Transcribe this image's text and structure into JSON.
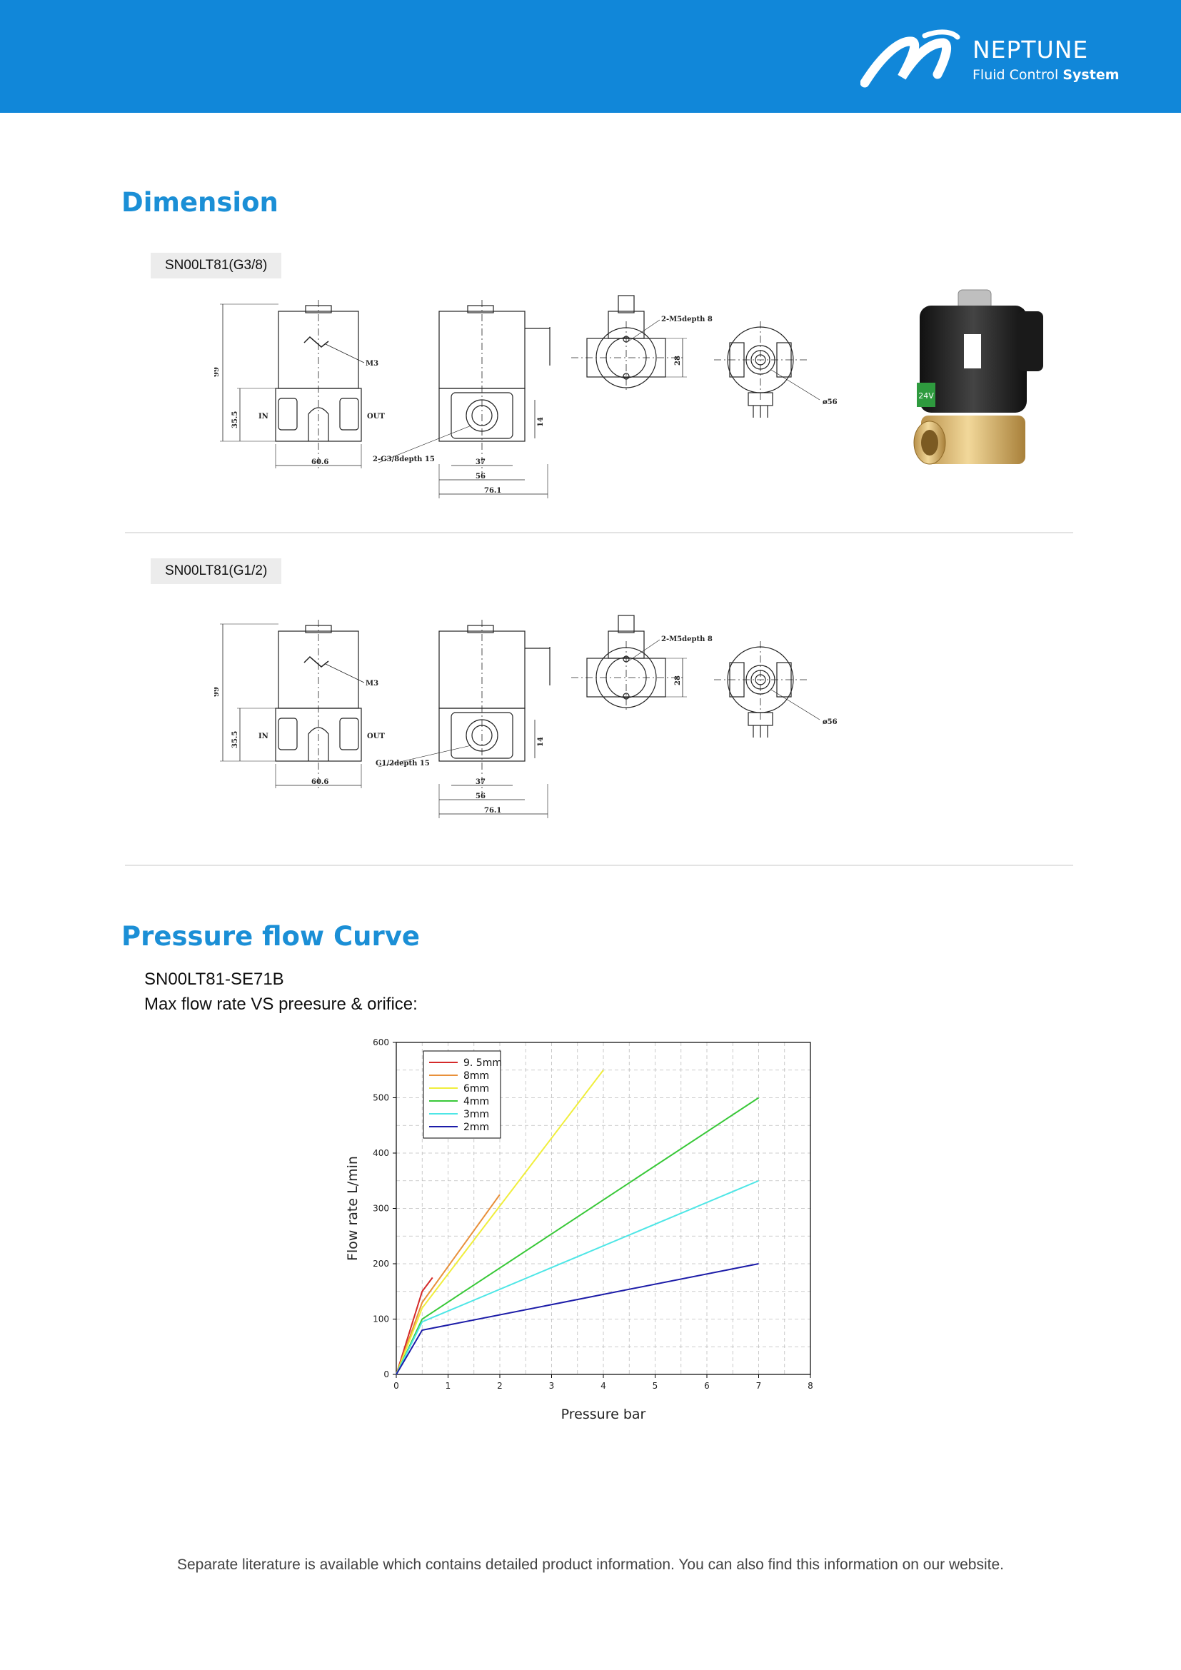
{
  "header": {
    "brand_name": "NEPTUNE",
    "brand_tagline_light": "Fluid Control",
    "brand_tagline_bold": "System",
    "brand_color": "#1187d9"
  },
  "dimension": {
    "title": "Dimension",
    "models": [
      {
        "label": "SN00LT81(G3/8)",
        "dims": {
          "height": "99",
          "base_height": "35.5",
          "width": "60.6",
          "m3": "M3",
          "in": "IN",
          "out": "OUT",
          "thread": "2-G3/8depth 15",
          "w37": "37",
          "w56": "56",
          "w76": "76.1",
          "h14": "14",
          "m5": "2-M5depth 8",
          "h28": "28",
          "dia": "ø56"
        }
      },
      {
        "label": "SN00LT81(G1/2)",
        "dims": {
          "height": "99",
          "base_height": "35.5",
          "width": "60.6",
          "m3": "M3",
          "in": "IN",
          "out": "OUT",
          "thread": "G1/2depth 15",
          "w37": "37",
          "w56": "56",
          "w76": "76.1",
          "h14": "14",
          "m5": "2-M5depth 8",
          "h28": "28",
          "dia": "ø56"
        }
      }
    ],
    "photo_label": "24V"
  },
  "pressure_flow": {
    "title": "Pressure flow Curve",
    "model": "SN00LT81-SE71B",
    "subtitle": "Max flow rate VS preesure & orifice:"
  },
  "chart_data": {
    "type": "line",
    "xlabel": "Pressure bar",
    "ylabel": "Flow rate L/min",
    "xlim": [
      0,
      8
    ],
    "ylim": [
      0,
      600
    ],
    "xticks": [
      0,
      1,
      2,
      3,
      4,
      5,
      6,
      7,
      8
    ],
    "yticks": [
      0,
      100,
      200,
      300,
      400,
      500,
      600
    ],
    "grid": true,
    "legend_position": "top-left",
    "series": [
      {
        "name": "9. 5mm",
        "color": "#d42a2a",
        "x": [
          0,
          0.5,
          0.7
        ],
        "y": [
          0,
          150,
          175
        ]
      },
      {
        "name": "8mm",
        "color": "#e8903a",
        "x": [
          0,
          0.5,
          2.0
        ],
        "y": [
          0,
          130,
          325
        ]
      },
      {
        "name": "6mm",
        "color": "#f0ee3c",
        "x": [
          0,
          0.5,
          4.0
        ],
        "y": [
          0,
          120,
          550
        ]
      },
      {
        "name": "4mm",
        "color": "#38c838",
        "x": [
          0,
          0.5,
          7.0
        ],
        "y": [
          0,
          100,
          500
        ]
      },
      {
        "name": "3mm",
        "color": "#4ee6e6",
        "x": [
          0,
          0.5,
          7.0
        ],
        "y": [
          0,
          95,
          350
        ]
      },
      {
        "name": "2mm",
        "color": "#1c1ca8",
        "x": [
          0,
          0.5,
          7.0
        ],
        "y": [
          0,
          80,
          200
        ]
      }
    ]
  },
  "footer": {
    "text": "Separate literature is available which contains detailed product information. You can also find this information on our website."
  }
}
